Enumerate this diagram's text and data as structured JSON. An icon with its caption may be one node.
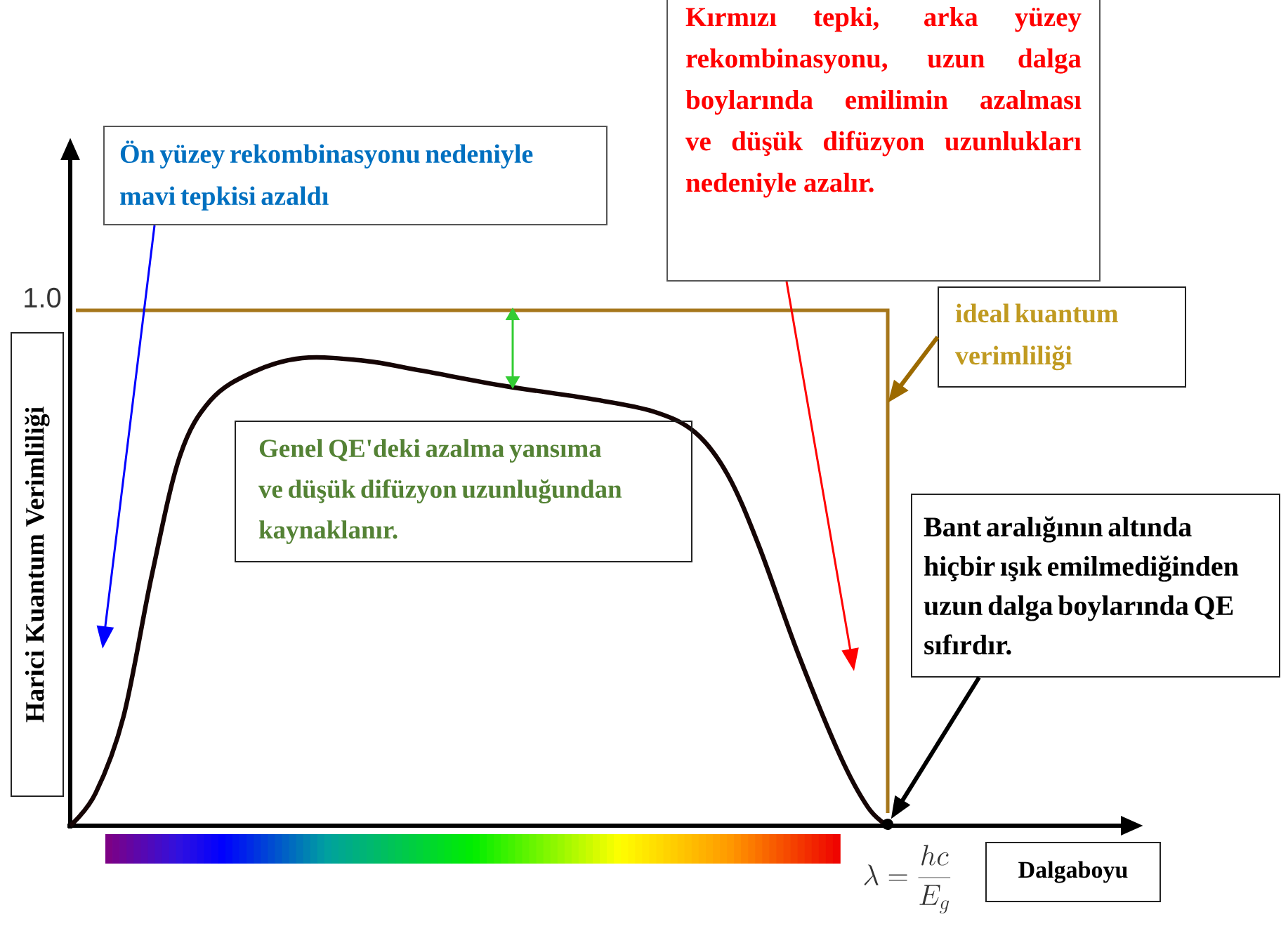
{
  "diagram": {
    "nodes": [
      {
        "text": [
          "Ön yüzey rekombinasyonu nedeniyle mavi tepkisi azaldı"
        ]
      },
      {
        "text": [
          "Kırmızı tepki, arka yüzey rekombinasyonu, uzun dalga boylarında emilimin azalması ve düşük difüzyon uzunlukları nedeniyle azalır."
        ]
      },
      {
        "text": [
          "ideal kuantum verimliliği"
        ]
      },
      {
        "text": [
          "Genel QE'deki azalma yansıma ve düşük difüzyon uzunluğundan kaynaklanır."
        ]
      },
      {
        "text": [
          "Bant aralığının altında hiçbir ışık emilmediğinden uzun dalga boylarında QE sıfırdır."
        ]
      },
      {
        "text": [
          "Harici Kuantum Verimliliği"
        ]
      },
      {
        "text": [
          "Dalgaboyu"
        ]
      },
      {
        "text": [],
        "shape": "circle"
      }
    ],
    "edges": [
      {
        "from": 0,
        "to": null,
        "arrow": "to",
        "color": "#0000ff"
      },
      {
        "from": 1,
        "to": null,
        "arrow": "to",
        "color": "#ff0000"
      },
      {
        "from": 2,
        "to": null,
        "arrow": "to",
        "color": "#9c6a00",
        "style": "thick"
      },
      {
        "from": 4,
        "to": 7,
        "arrow": "to",
        "color": "#000000",
        "style": "thick"
      }
    ],
    "labels": [
      "1.0",
      "\\lambda = \\frac{hc}{E_g}"
    ]
  }
}
